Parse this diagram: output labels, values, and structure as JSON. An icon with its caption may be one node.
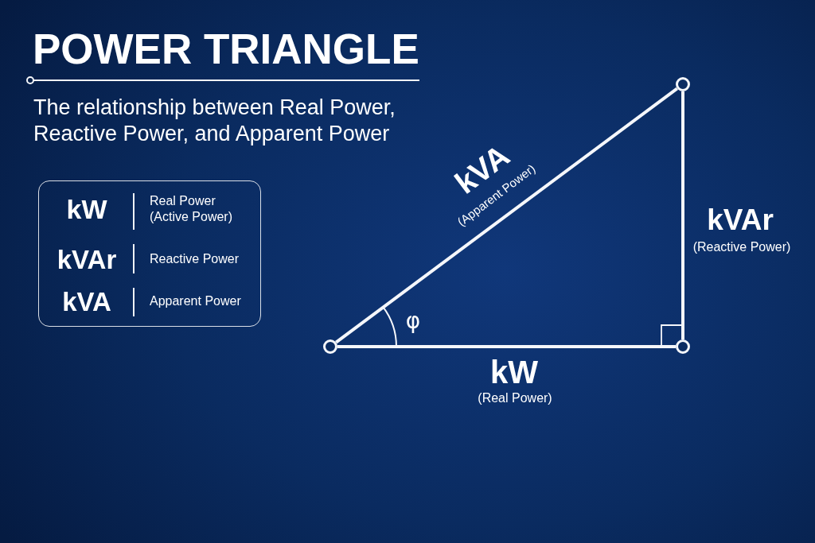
{
  "diagram": {
    "title": "POWER TRIANGLE",
    "nodes": [
      {
        "text": [
          "kW",
          "Real Power (Active Power)",
          "kVAr",
          "Reactive Power",
          "kVA",
          "Apparent Power"
        ]
      },
      {
        "text": [],
        "shape": "circle"
      },
      {
        "text": [],
        "shape": "circle"
      },
      {
        "text": [],
        "shape": "circle"
      }
    ],
    "edges": [
      {
        "from": 1,
        "to": 3,
        "arrow": "none"
      },
      {
        "from": 3,
        "to": 2,
        "arrow": "none"
      },
      {
        "from": 1,
        "to": 2,
        "arrow": "none"
      }
    ],
    "labels": [
      "The relationship between Real Power, Reactive Power, and Apparent Power",
      "kVA",
      "(Apparent Power)",
      "kVAr",
      "(Reactive Power)",
      "φ",
      "kW",
      "(Real Power)"
    ]
  }
}
